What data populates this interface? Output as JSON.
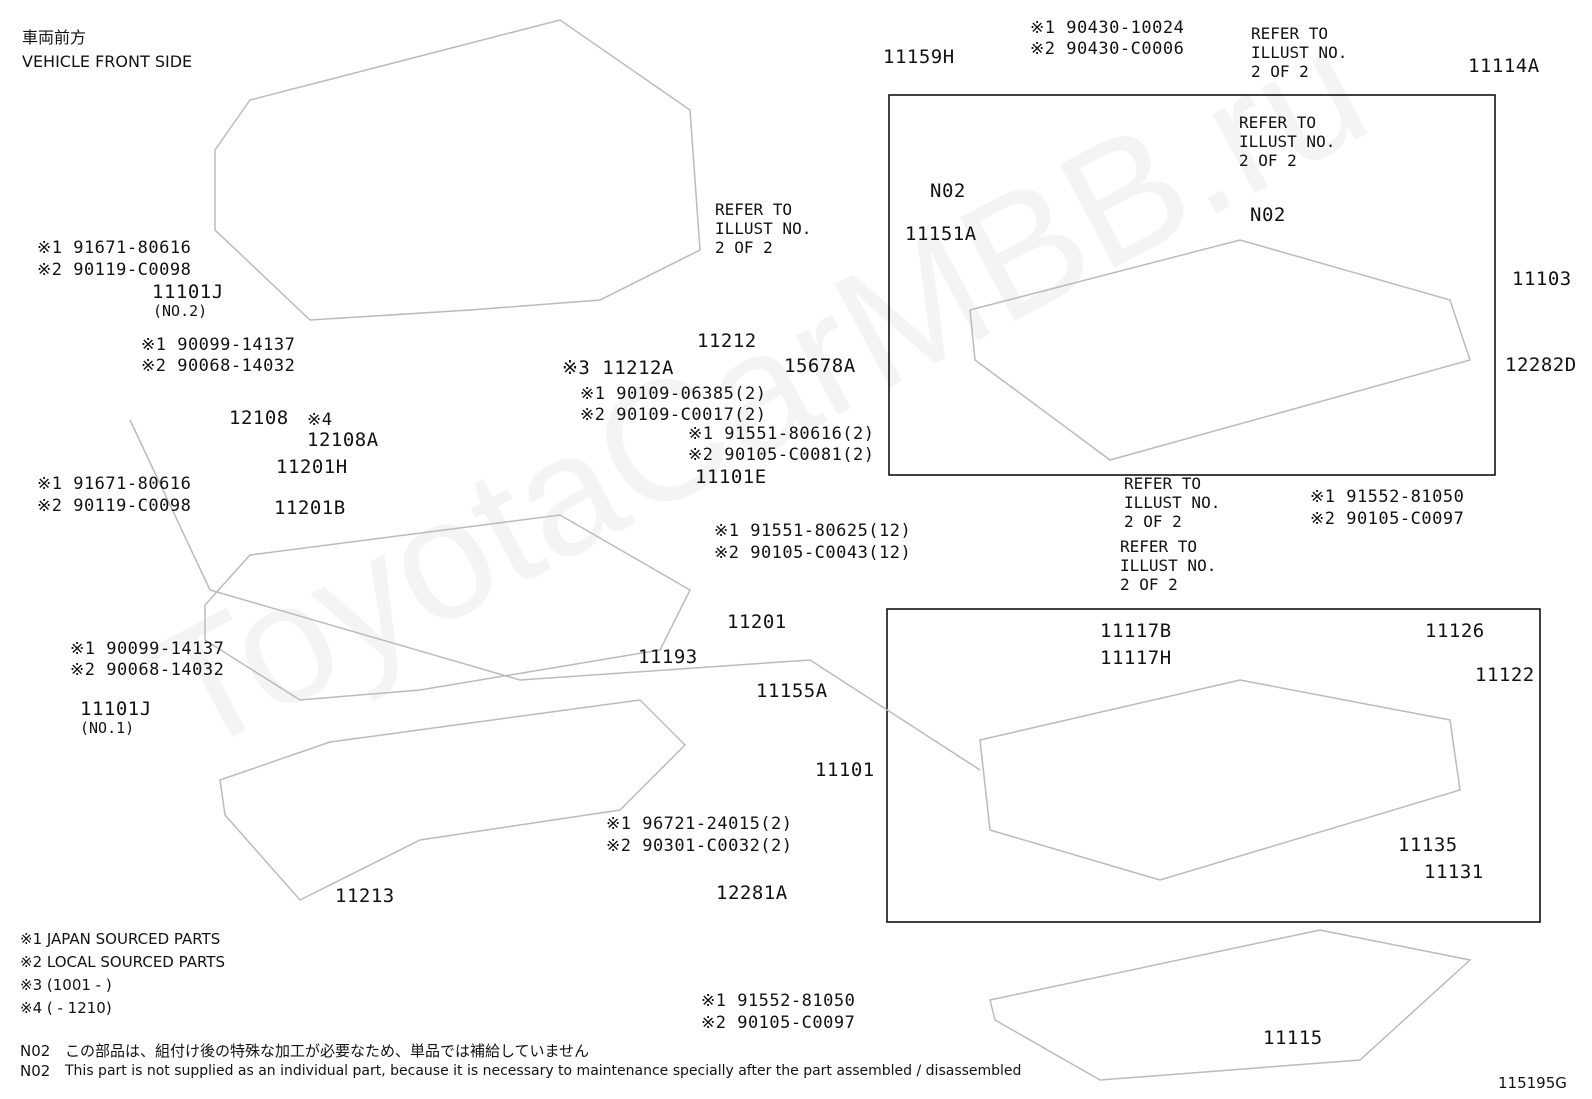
{
  "front": {
    "jp": "車両前方",
    "en": "VEHICLE FRONT SIDE"
  },
  "watermark": "ToyotaCarMBB.ru",
  "labels": {
    "p11159H": "11159H",
    "p90430_1": "※1 90430-10024",
    "p90430_2": "※2 90430-C0006",
    "ref_top": "REFER TO\nILLUST NO.\n2 OF 2",
    "p11114A": "11114A",
    "ref_mid": "REFER TO\nILLUST NO.\n2 OF 2",
    "p11103": "11103",
    "n02_a": "N02",
    "n02_b": "N02",
    "ref_left": "REFER TO\nILLUST NO.\n2 OF 2",
    "p11151A": "11151A",
    "p15678A": "15678A",
    "p12282D": "12282D",
    "v1_1": "※1 91671-80616",
    "v1_2": "※2 90119-C0098",
    "p11101J_2": "11101J",
    "no2": "(NO.2)",
    "v2_1": "※1 90099-14137",
    "v2_2": "※2 90068-14032",
    "p11212": "11212",
    "p11212A": "※3 11212A",
    "p12108": "12108",
    "p12108A_mark": "※4",
    "p12108A": "12108A",
    "p90109_1": "※1 90109-06385(2)",
    "p90109_2": "※2 90109-C0017(2)",
    "p91551a_1": "※1 91551-80616(2)",
    "p91551a_2": "※2 90105-C0081(2)",
    "p11201H": "11201H",
    "p11101E": "11101E",
    "v3_1": "※1 91671-80616",
    "v3_2": "※2 90119-C0098",
    "p11201B": "11201B",
    "p91551b_1": "※1 91551-80625(12)",
    "p91551b_2": "※2 90105-C0043(12)",
    "ref_r1": "REFER TO\nILLUST NO.\n2 OF 2",
    "ref_r2": "REFER TO\nILLUST NO.\n2 OF 2",
    "p91552a_1": "※1 91552-81050",
    "p91552a_2": "※2 90105-C0097",
    "p11201": "11201",
    "p11193": "11193",
    "v4_1": "※1 90099-14137",
    "v4_2": "※2 90068-14032",
    "p11101J_1": "11101J",
    "no1": "(NO.1)",
    "p11117B": "11117B",
    "p11117H": "11117H",
    "p11126": "11126",
    "p11122": "11122",
    "p11155A": "11155A",
    "p11101": "11101",
    "p96721_1": "※1 96721-24015(2)",
    "p96721_2": "※2 90301-C0032(2)",
    "p11135": "11135",
    "p11131": "11131",
    "p11213": "11213",
    "p12281A": "12281A",
    "p91552b_1": "※1 91552-81050",
    "p91552b_2": "※2 90105-C0097",
    "p11115": "11115"
  },
  "notes": {
    "n1": "※1 JAPAN SOURCED PARTS",
    "n2": "※2 LOCAL SOURCED PARTS",
    "n3": "※3 (1001 -        )",
    "n4": "※4 (        - 1210)",
    "n02_jp_key": "N02",
    "n02_jp": "この部品は、組付け後の特殊な加工が必要なため、単品では補給していません",
    "n02_en_key": "N02",
    "n02_en": "This part is not supplied as an individual part, because it is necessary to maintenance specially after the part assembled / disassembled"
  },
  "figure_id": "115195G"
}
